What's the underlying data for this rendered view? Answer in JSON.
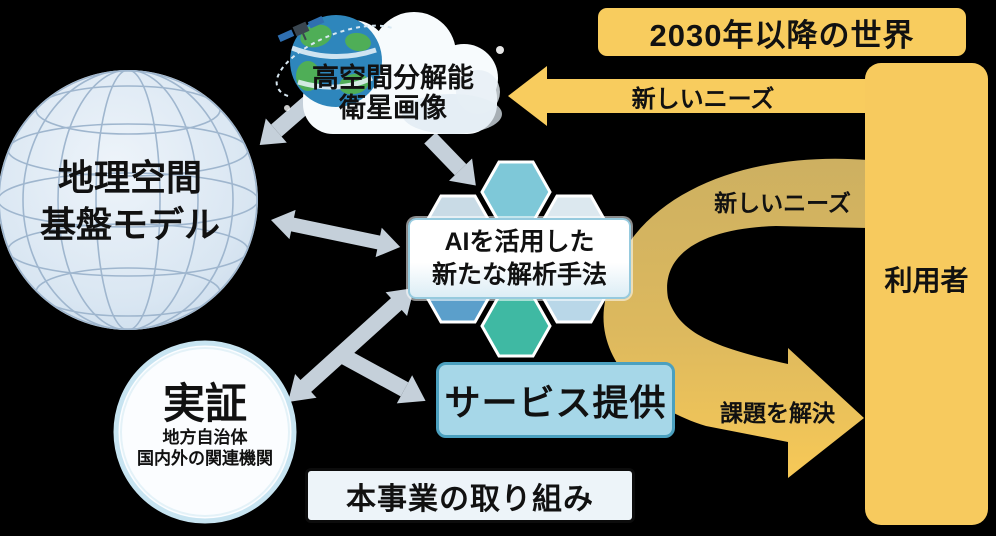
{
  "banner": {
    "label": "2030年以降の世界"
  },
  "users": {
    "label": "利用者"
  },
  "cloud": {
    "line1": "高空間分解能",
    "line2": "衛星画像"
  },
  "globe": {
    "line1": "地理空間",
    "line2": "基盤モデル"
  },
  "ai": {
    "line1": "AIを活用した",
    "line2": "新たな解析手法"
  },
  "service": {
    "label": "サービス提供"
  },
  "demo": {
    "title": "実証",
    "line1": "地方自治体",
    "line2": "国内外の関連機関"
  },
  "project": {
    "label": "本事業の取り組み"
  },
  "arrows": {
    "new_needs_top": "新しいニーズ",
    "new_needs_curve": "新しいニーズ",
    "solve": "課題を解決"
  },
  "icons": [
    "earth-icon",
    "satellite-icon",
    "cloud-icon",
    "globe-sphere",
    "hexagon-cluster"
  ],
  "colors": {
    "background": "#000000",
    "yellow": "#F8CC5E",
    "tan_arrow": "#D2B260",
    "users_box": "#F7CA5E",
    "service_fill": "#A6D7E8",
    "service_border": "#4BA0BF",
    "gray_arrow": "#C3CED8",
    "globe_fill": "#D9E6F2",
    "hex_teal": "#7EC8D8",
    "hex_green": "#3FB9A3",
    "hex_blue": "#5B9FCB",
    "text": "#111111"
  }
}
